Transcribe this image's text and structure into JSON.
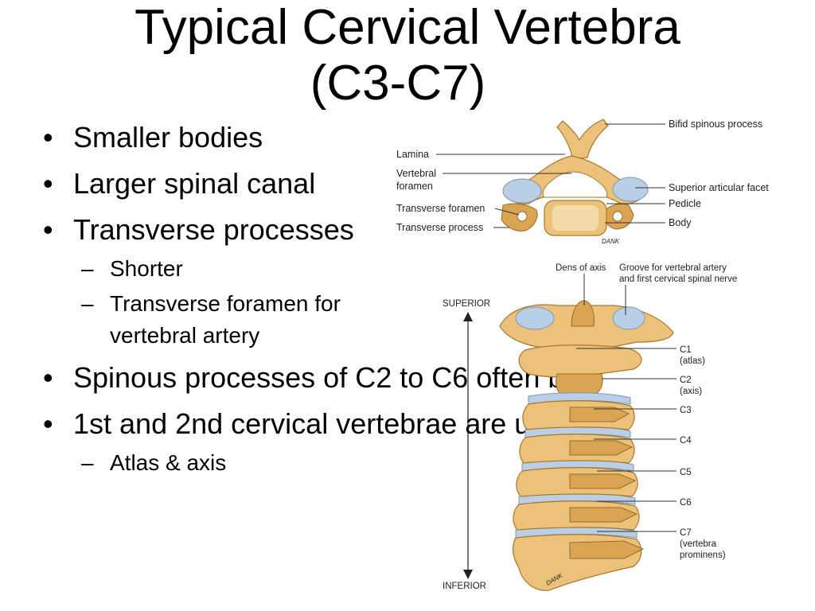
{
  "slide": {
    "title_line1": "Typical Cervical Vertebra",
    "title_line2": "(C3-C7)"
  },
  "bullets": {
    "b1": "Smaller bodies",
    "b2": "Larger spinal canal",
    "b3": "Transverse processes",
    "b3_sub1": "Shorter",
    "b3_sub2": "Transverse foramen for vertebral artery",
    "b4": "Spinous processes of C2 to C6 often bifid",
    "b5": "1st and 2nd cervical vertebrae are unique",
    "b5_sub1": "Atlas & axis"
  },
  "figure_top": {
    "label_bifid": "Bifid spinous process",
    "label_lamina": "Lamina",
    "label_vf1": "Vertebral",
    "label_vf2": "foramen",
    "label_superior_facet": "Superior articular facet",
    "label_transverse_foramen": "Transverse foramen",
    "label_pedicle": "Pedicle",
    "label_transverse_process": "Transverse process",
    "label_body": "Body",
    "signature": "DANK"
  },
  "figure_bottom": {
    "label_dens": "Dens of axis",
    "label_groove1": "Groove for vertebral artery",
    "label_groove2": "and first cervical spinal nerve",
    "label_superior": "SUPERIOR",
    "label_inferior": "INFERIOR",
    "label_c1": "C1",
    "label_c1_sub": "(atlas)",
    "label_c2": "C2",
    "label_c2_sub": "(axis)",
    "label_c3": "C3",
    "label_c4": "C4",
    "label_c5": "C5",
    "label_c6": "C6",
    "label_c7": "C7",
    "label_c7_sub1": "(vertebra",
    "label_c7_sub2": "prominens)",
    "signature": "DANK"
  }
}
